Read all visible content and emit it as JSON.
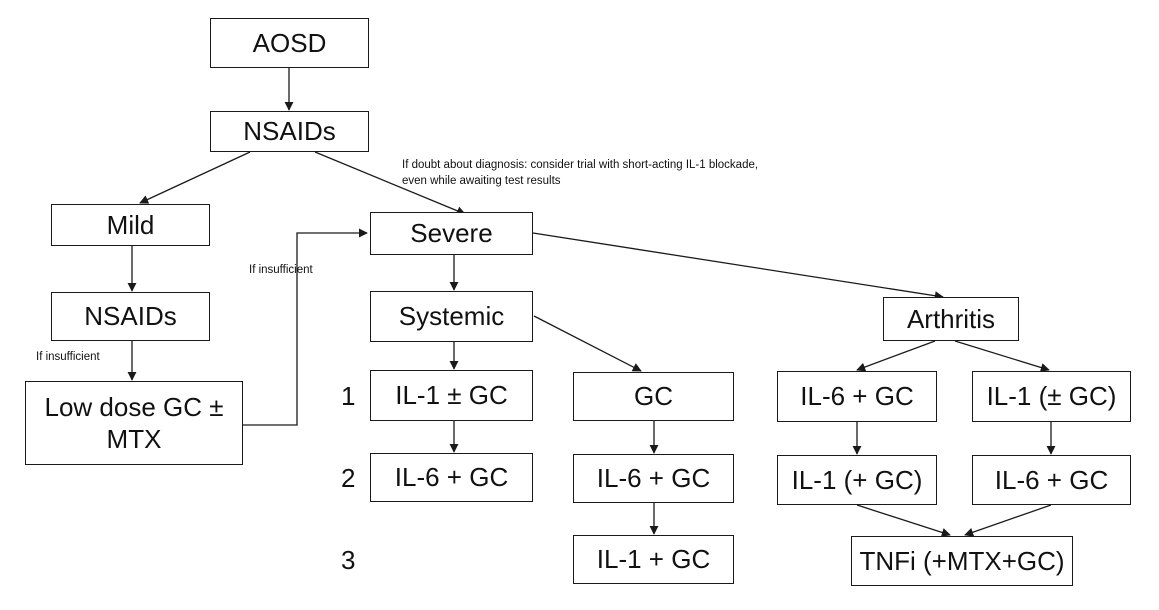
{
  "diagram": {
    "nodes": {
      "aosd": "AOSD",
      "nsaids_top": "NSAIDs",
      "mild": "Mild",
      "severe": "Severe",
      "nsaids_mild": "NSAIDs",
      "systemic": "Systemic",
      "arthritis": "Arthritis",
      "low_dose": "Low dose GC ±\nMTX",
      "sys_il1_gc": "IL-1 ± GC",
      "sys_gc": "GC",
      "art_il6_gc": "IL-6 + GC",
      "art_il1_gc": "IL-1 (± GC)",
      "sys_il6_gc": "IL-6 + GC",
      "gc_il6_gc": "IL-6 + GC",
      "art_il1_plus_gc": "IL-1 (+ GC)",
      "art_il6_gc_2": "IL-6 + GC",
      "gc_il1_gc": "IL-1 + GC",
      "tnfi": "TNFi (+MTX+GC)"
    },
    "notes": {
      "doubt": "If doubt about diagnosis: consider trial with short-acting IL-1 blockade,\neven while awaiting test results",
      "insufficient_1": "If insufficient",
      "insufficient_2": "If insufficient"
    },
    "steps": [
      "1",
      "2",
      "3"
    ],
    "colors": {
      "line": "#1a1a1a",
      "box_border": "#1a1a1a",
      "text": "#111111",
      "background": "#ffffff"
    }
  }
}
